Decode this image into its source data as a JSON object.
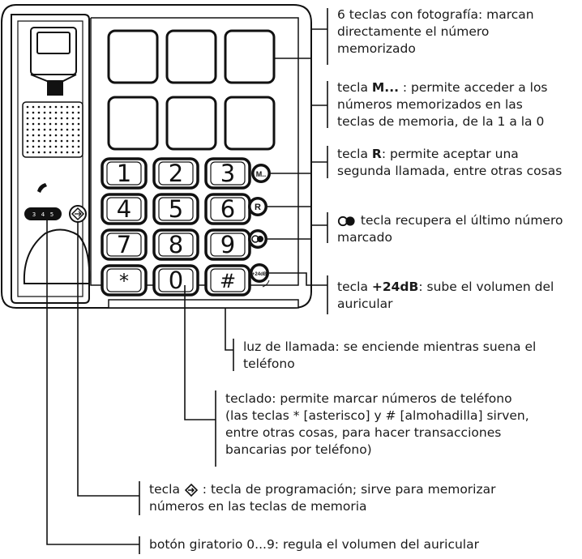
{
  "keypad": {
    "rows": [
      [
        "1",
        "2",
        "3"
      ],
      [
        "4",
        "5",
        "6"
      ],
      [
        "7",
        "8",
        "9"
      ],
      [
        "*",
        "0",
        "#"
      ]
    ]
  },
  "side_buttons": {
    "m_label": "M..",
    "r_label": "R",
    "volume_label": "+24dB"
  },
  "wheel": {
    "ticks": [
      "3",
      "4",
      "5"
    ]
  },
  "annotations": {
    "photo_keys": {
      "text": "6 teclas con fotografía: marcan directamente el número memorizado",
      "lines": [
        "6 teclas con fotografía: marcan",
        "directamente el número",
        "memorizado"
      ]
    },
    "m_key": {
      "prefix": "tecla ",
      "key": "M...",
      "rest": " : permite acceder a los",
      "lines": [
        "números memorizados en las",
        "teclas de memoria, de la 1 a la 0"
      ]
    },
    "r_key": {
      "prefix": "tecla ",
      "key": "R",
      "rest": ": permite aceptar una",
      "lines": [
        "segunda llamada, entre otras cosas"
      ]
    },
    "redial_key": {
      "rest": " tecla recupera el último número",
      "lines": [
        "marcado"
      ]
    },
    "volume_key": {
      "prefix": "tecla ",
      "key": "+24dB",
      "rest": ": sube el volumen del",
      "lines": [
        "auricular"
      ]
    },
    "call_light": {
      "lines": [
        "luz de llamada: se enciende mientras suena el",
        "teléfono"
      ]
    },
    "keypad": {
      "lines": [
        "teclado: permite marcar números de teléfono",
        "(las teclas * [asterisco] y # [almohadilla] sirven,",
        "entre otras cosas, para hacer transacciones",
        "bancarias por teléfono)"
      ]
    },
    "program_key": {
      "prefix": "tecla ",
      "rest": " : tecla de programación; sirve para memorizar",
      "lines": [
        "números en las teclas de memoria"
      ]
    },
    "volume_wheel": {
      "lines": [
        "botón giratorio 0...9: regula el volumen del auricular"
      ]
    }
  },
  "colors": {
    "line": "#111111",
    "device_fill": "#ffffff",
    "dark": "#1a1a1a"
  }
}
